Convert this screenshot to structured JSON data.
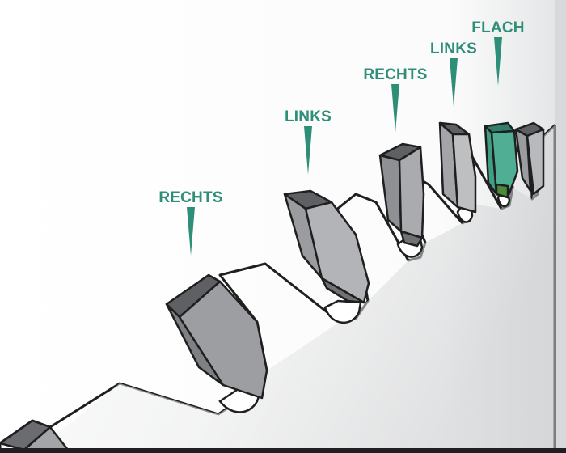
{
  "colors": {
    "accent": "#2e8f78",
    "blade_light": "#f2f3f3",
    "blade_dark": "#c4c6c8",
    "tooth_top": "#5e6063",
    "tooth_face": "#9a9c9f",
    "tooth_side": "#c9cbcd",
    "outline": "#1f1f1f",
    "flat_tooth": "#3f9e86"
  },
  "labels": [
    {
      "id": "rechts-1",
      "text": "RECHTS"
    },
    {
      "id": "links-1",
      "text": "LINKS"
    },
    {
      "id": "rechts-2",
      "text": "RECHTS"
    },
    {
      "id": "links-2",
      "text": "LINKS"
    },
    {
      "id": "flach",
      "text": "FLACH"
    }
  ]
}
